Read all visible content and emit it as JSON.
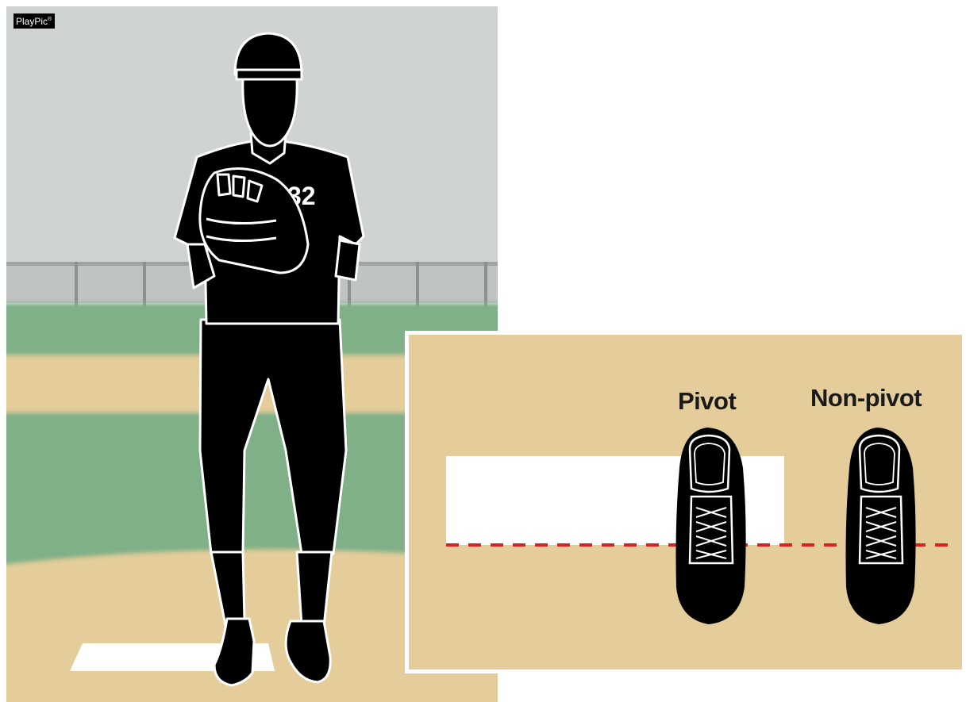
{
  "badge": {
    "text": "PlayPic",
    "mark": "®"
  },
  "player": {
    "jersey_number": "32"
  },
  "labels": {
    "pivot": "Pivot",
    "non_pivot": "Non-pivot"
  },
  "colors": {
    "sky": "#cfd3d4",
    "grass": "#7fb088",
    "dirt": "#e4cd9a",
    "silhouette": "#000000",
    "foul_line": "#e02020",
    "rubber": "#ffffff"
  },
  "icons": [
    "pitcher-silhouette",
    "glove-icon",
    "pivot-shoe-icon",
    "non-pivot-shoe-icon"
  ]
}
